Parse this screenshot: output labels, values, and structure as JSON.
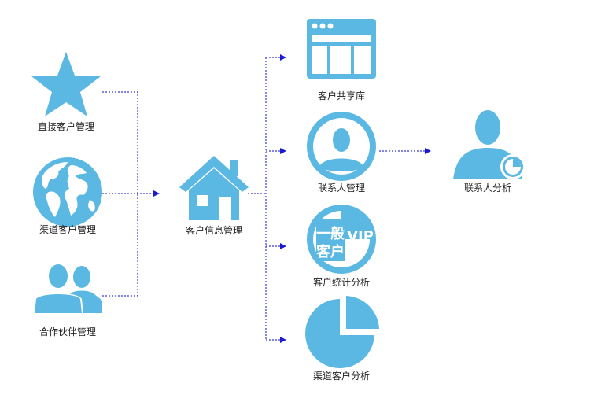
{
  "colors": {
    "icon": "#5bb8e2",
    "connector": "#2a2ad6",
    "text": "#222222"
  },
  "nodes": {
    "direct": {
      "label": "直接客户管理",
      "icon": "star-icon"
    },
    "channel": {
      "label": "渠道客户管理",
      "icon": "globe-icon"
    },
    "partner": {
      "label": "合作伙伴管理",
      "icon": "two-people-icon"
    },
    "center": {
      "label": "客户信息管理",
      "icon": "house-icon"
    },
    "pool": {
      "label": "客户共享库",
      "icon": "browser-window-icon"
    },
    "contact": {
      "label": "联系人管理",
      "icon": "person-circle-icon"
    },
    "stats": {
      "label": "客户统计分析",
      "icon": "vip-badge-icon",
      "badge_lines": [
        "一般",
        "客户"
      ],
      "badge_vip": "VIP"
    },
    "channel_analysis": {
      "label": "渠道客户分析",
      "icon": "pie-chart-icon"
    },
    "contact_analysis": {
      "label": "联系人分析",
      "icon": "person-chart-icon"
    }
  }
}
